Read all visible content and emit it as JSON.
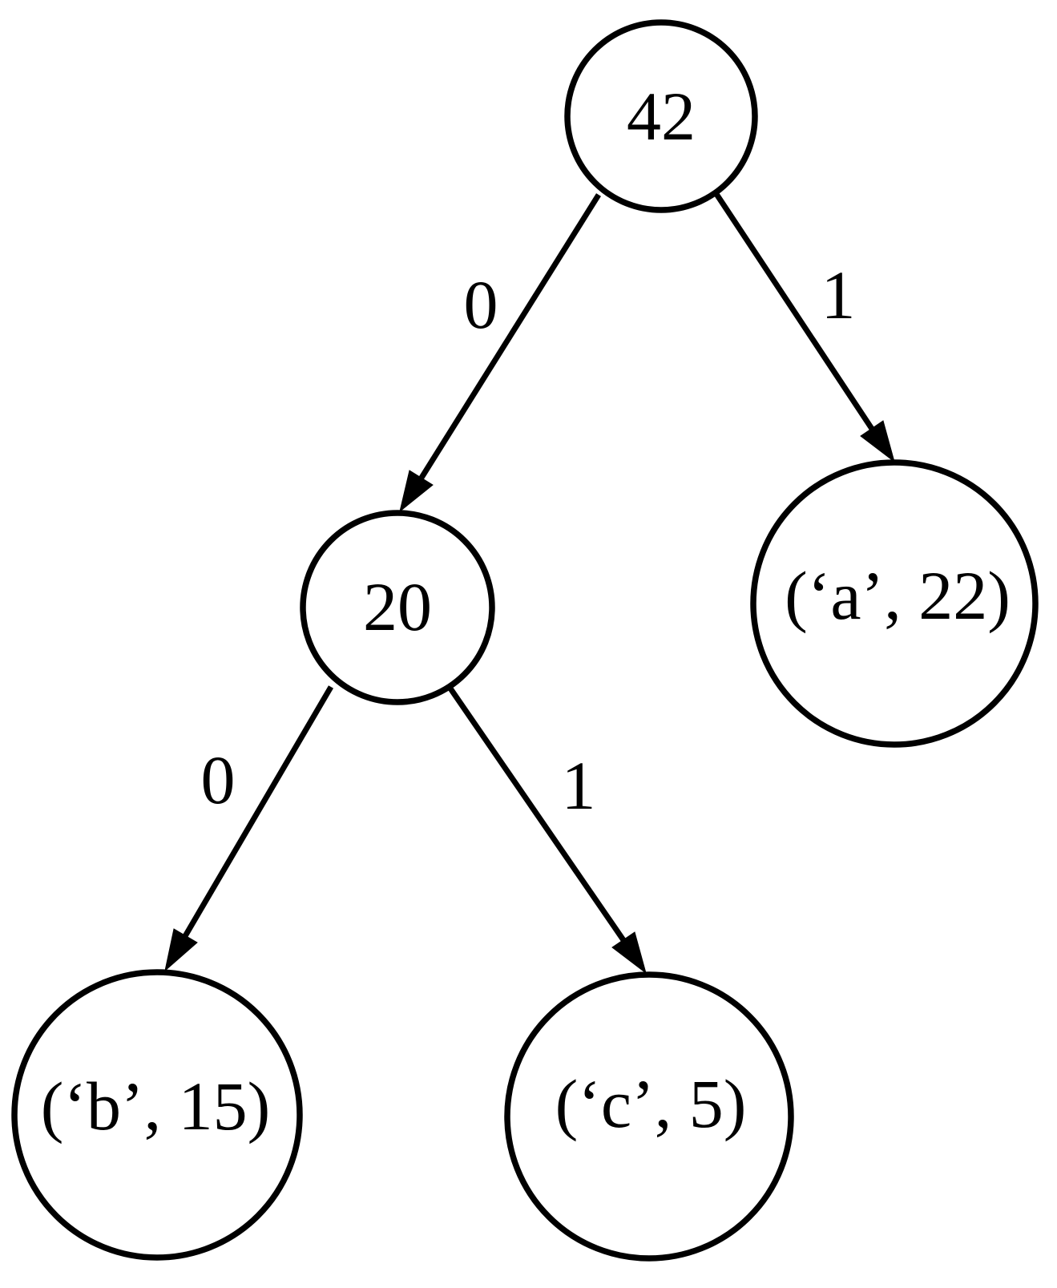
{
  "tree": {
    "kind": "binary-tree",
    "nodes": [
      {
        "id": "n42",
        "label": "42"
      },
      {
        "id": "n20",
        "label": "20"
      },
      {
        "id": "na",
        "label": "(‘a’, 22)"
      },
      {
        "id": "nb",
        "label": "(‘b’, 15)"
      },
      {
        "id": "nc",
        "label": "(‘c’, 5)"
      }
    ],
    "edges": [
      {
        "from": "n42",
        "to": "n20",
        "label": "0"
      },
      {
        "from": "n42",
        "to": "na",
        "label": "1"
      },
      {
        "from": "n20",
        "to": "nb",
        "label": "0"
      },
      {
        "from": "n20",
        "to": "nc",
        "label": "1"
      }
    ],
    "colors": {
      "stroke": "#000000",
      "text": "#000000",
      "background": "#ffffff"
    }
  }
}
